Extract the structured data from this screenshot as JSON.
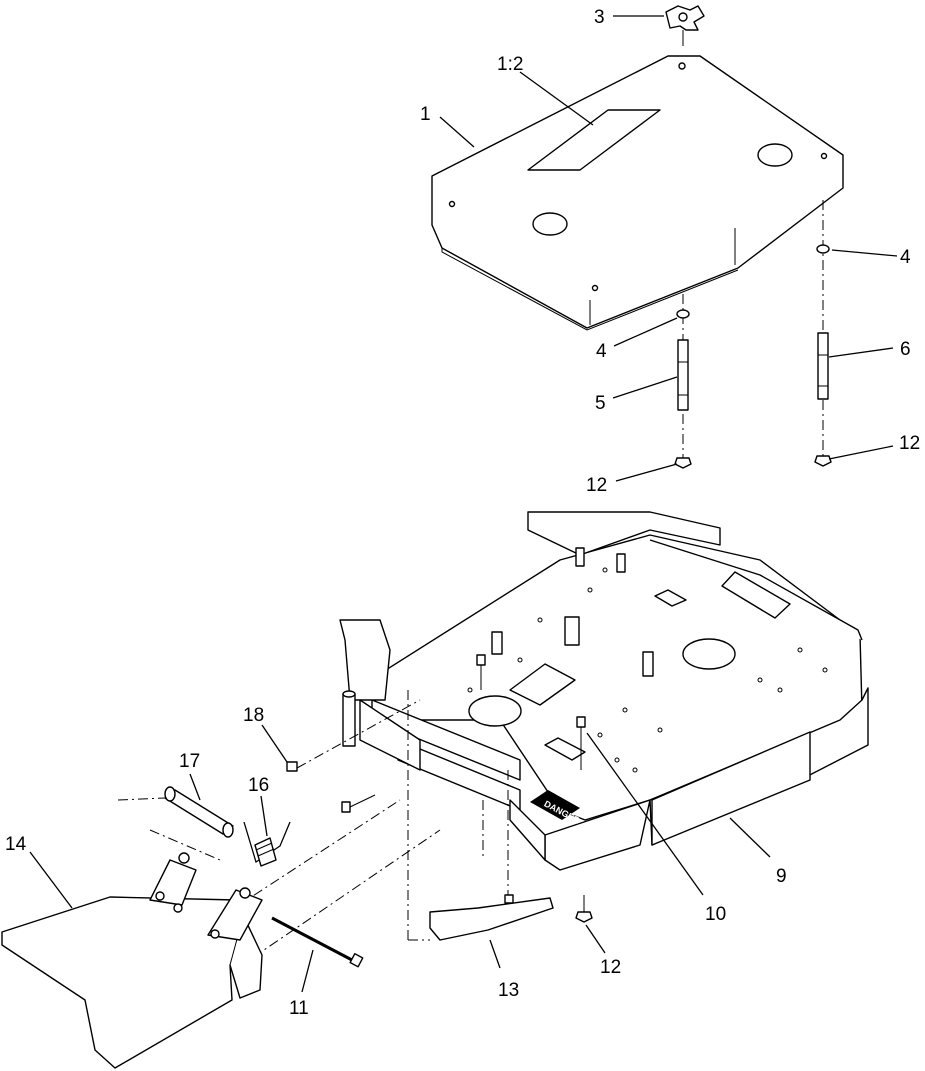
{
  "diagram": {
    "callouts": [
      {
        "id": "c3",
        "text": "3"
      },
      {
        "id": "c1_2",
        "text": "1:2"
      },
      {
        "id": "c1",
        "text": "1"
      },
      {
        "id": "c4a",
        "text": "4"
      },
      {
        "id": "c4b",
        "text": "4"
      },
      {
        "id": "c6",
        "text": "6"
      },
      {
        "id": "c5",
        "text": "5"
      },
      {
        "id": "c12a",
        "text": "12"
      },
      {
        "id": "c12b",
        "text": "12"
      },
      {
        "id": "c18",
        "text": "18"
      },
      {
        "id": "c17",
        "text": "17"
      },
      {
        "id": "c16",
        "text": "16"
      },
      {
        "id": "c14",
        "text": "14"
      },
      {
        "id": "c9",
        "text": "9"
      },
      {
        "id": "c10",
        "text": "10"
      },
      {
        "id": "c12c",
        "text": "12"
      },
      {
        "id": "c13",
        "text": "13"
      },
      {
        "id": "c11",
        "text": "11"
      }
    ],
    "decals": {
      "danger": "DANGER"
    }
  }
}
